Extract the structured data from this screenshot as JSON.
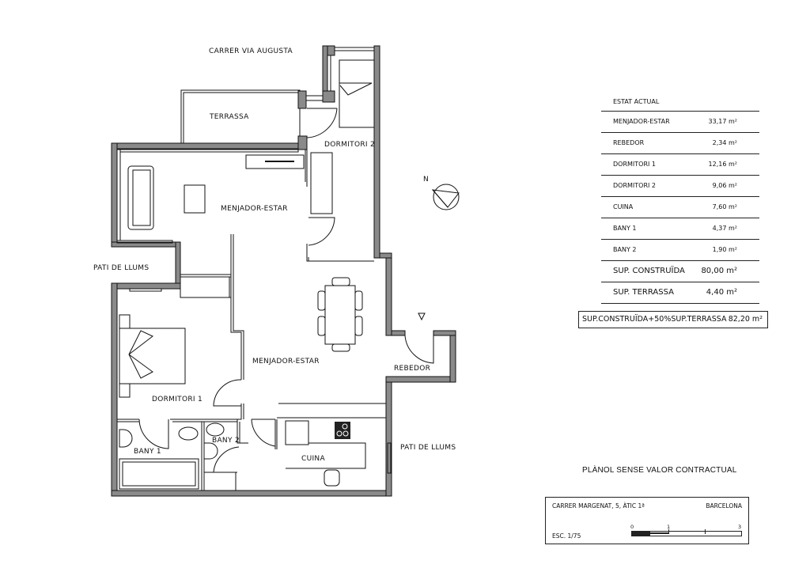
{
  "plan": {
    "street_label": "CARRER VIA AUGUSTA",
    "rooms": {
      "terrassa": "TERRASSA",
      "dormitori2": "DORMITORI 2",
      "menjador_estar_top": "MENJADOR-ESTAR",
      "menjador_estar_bottom": "MENJADOR-ESTAR",
      "pati_left": "PATI DE LLUMS",
      "pati_right": "PATI DE LLUMS",
      "dormitori1": "DORMITORI 1",
      "bany1": "BANY 1",
      "bany2": "BANY 2",
      "cuina": "CUINA",
      "rebedor": "REBEDOR"
    },
    "north_label": "N"
  },
  "areas": {
    "title": "ESTAT ACTUAL",
    "rows": [
      {
        "name": "MENJADOR-ESTAR",
        "value": "33,17 m²"
      },
      {
        "name": "REBEDOR",
        "value": "2,34 m²"
      },
      {
        "name": "DORMITORI 1",
        "value": "12,16 m²"
      },
      {
        "name": "DORMITORI 2",
        "value": "9,06 m²"
      },
      {
        "name": "CUINA",
        "value": "7,60 m²"
      },
      {
        "name": "BANY 1",
        "value": "4,37 m²"
      },
      {
        "name": "BANY 2",
        "value": "1,90 m²"
      },
      {
        "name": "SUP. CONSTRUÏDA",
        "value": "80,00 m²"
      },
      {
        "name": "SUP. TERRASSA",
        "value": "4,40 m²"
      }
    ],
    "total": {
      "name": "SUP.CONSTRUÏDA+50%SUP.TERRASSA",
      "value": "82,20 m²"
    }
  },
  "note": "PLÀNOL SENSE VALOR CONTRACTUAL",
  "title_block": {
    "address": "CARRER MARGENAT, 5, ÀTIC 1ª",
    "city": "BARCELONA",
    "scale": "ESC. 1/75",
    "scale_ticks": [
      "0",
      "1",
      "3"
    ]
  }
}
